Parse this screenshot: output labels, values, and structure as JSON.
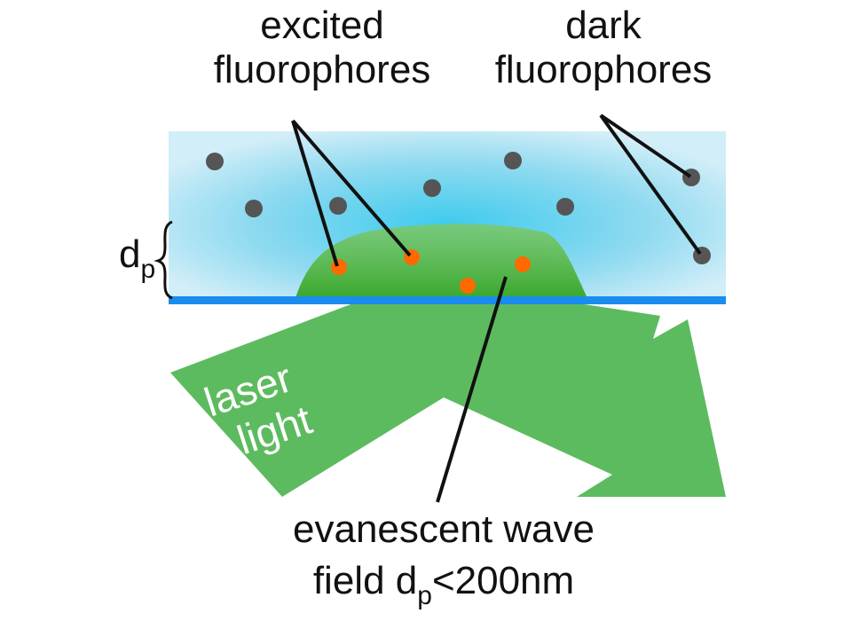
{
  "labels": {
    "excited_line1": "excited",
    "excited_line2": "fluorophores",
    "dark_line1": "dark",
    "dark_line2": "fluorophores",
    "dp_main": "d",
    "dp_sub": "p",
    "laser_line1": "laser",
    "laser_line2": "light",
    "evanescent_line1": "evanescent wave",
    "evanescent_line2_pre": "field d",
    "evanescent_line2_sub": "p",
    "evanescent_line2_post": "<200nm"
  },
  "colors": {
    "medium_blue": "#bde6f3",
    "medium_center": "#4fd0ec",
    "interface_line": "#1a8cf0",
    "laser_green": "#5cbd5c",
    "evanescent_green": "#4caf3c",
    "excited_orange": "#ff6a00",
    "dark_gray": "#555555"
  }
}
